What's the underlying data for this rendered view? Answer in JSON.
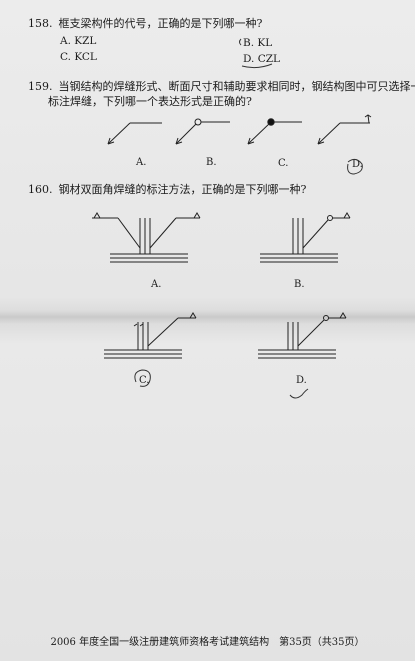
{
  "q158": {
    "num": "158.",
    "text": "框支梁构件的代号，正确的是下列哪一种?",
    "options": [
      "A. KZL",
      "B. KL",
      "C. KCL",
      "D. CZL"
    ]
  },
  "q159": {
    "num": "159.",
    "line1": "当钢结构的焊缝形式、断面尺寸和辅助要求相同时，钢结构图中可只选择一处",
    "line2": "标注焊缝，下列哪一个表达形式是正确的?",
    "labels": [
      "A.",
      "B.",
      "C.",
      "D."
    ]
  },
  "q160": {
    "num": "160.",
    "text": "钢材双面角焊缝的标注方法，正确的是下列哪一种?",
    "labels": [
      "A.",
      "B.",
      "C.",
      "D."
    ]
  },
  "footer": "2006 年度全国一级注册建筑师资格考试建筑结构　第35页（共35页）"
}
